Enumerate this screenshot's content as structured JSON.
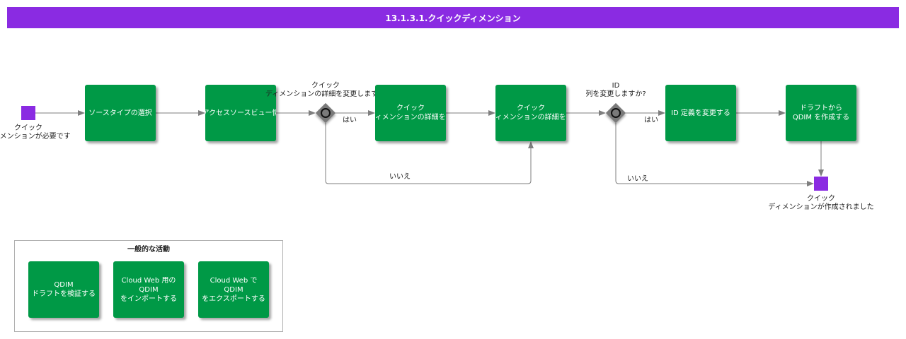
{
  "title": "13.1.3.1.クイックディメンション",
  "start_event": {
    "label_line1": "クイック",
    "label_line2": "ディメンションが必要です"
  },
  "end_event": {
    "label_line1": "クイック",
    "label_line2": "ディメンションが作成されました"
  },
  "boxes": {
    "select_source_type": "ソースタイプの選択",
    "access_source_view": "アクセスソースビュー情",
    "change_details_l1": "クイック",
    "change_details_l2": "ディメンションの詳細を変",
    "confirm_details_l1": "クイック",
    "confirm_details_l2": "ディメンションの詳細を確",
    "change_id_def": "ID 定義を変更する",
    "create_from_draft_l1": "ドラフトから",
    "create_from_draft_l2": "QDIM を作成する"
  },
  "gateways": {
    "change_details_q_l1": "クイック",
    "change_details_q_l2": "ディメンションの詳細を変更しますか?",
    "change_id_q_l1": "ID",
    "change_id_q_l2": "列を変更しますか?"
  },
  "edges": {
    "yes": "はい",
    "no": "いいえ"
  },
  "group": {
    "title": "一般的な活動",
    "validate_l1": "QDIM",
    "validate_l2": "ドラフトを検証する",
    "import_l1": "Cloud Web 用の",
    "import_l2": "QDIM",
    "import_l3": "をインポートする",
    "export_l1": "Cloud Web で",
    "export_l2": "QDIM",
    "export_l3": "をエクスポートする"
  },
  "colors": {
    "title_bar": "#8a2be2",
    "task": "#009946",
    "event": "#8a2be2",
    "gateway": "#7a7a7a",
    "connector": "#7f7f7f"
  }
}
